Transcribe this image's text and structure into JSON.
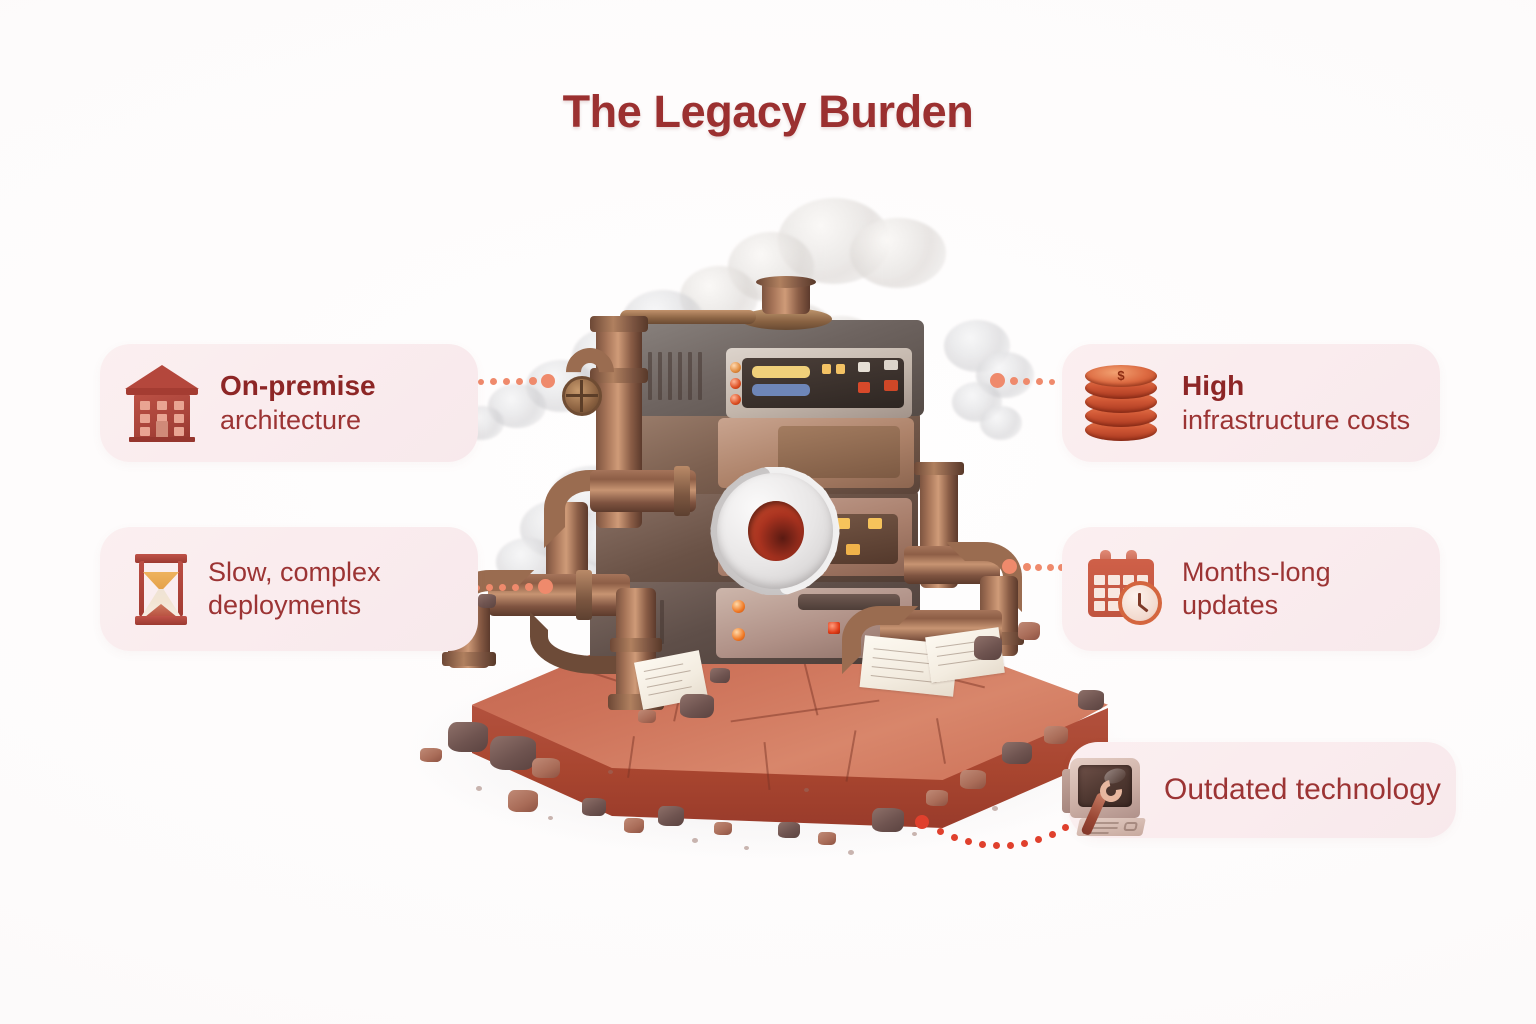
{
  "page": {
    "title": "The Legacy Burden",
    "background_color": "#fdfcfc",
    "title_color": "#9b3030"
  },
  "theme": {
    "pill_background": "#faecee",
    "text_color": "#9c3434",
    "bold_text_color": "#8d2626",
    "connector_color": "#ef8a6c",
    "connector_bottom_color": "#e0402d",
    "slab_color": "#c96d54",
    "gear_color": "#e8e6e6",
    "gear_hub_color": "#a8321f"
  },
  "labels": {
    "on_premise": {
      "icon": "building-icon",
      "line1": "On-premise",
      "line2": "architecture",
      "line1_weight": "bold",
      "side": "left"
    },
    "deployments": {
      "icon": "hourglass-icon",
      "line1": "Slow, complex",
      "line2": "deployments",
      "line1_weight": "normal",
      "side": "left"
    },
    "high_cost": {
      "icon": "coin-stack-icon",
      "line1": "High",
      "line2": "infrastructure costs",
      "line1_weight": "bold",
      "side": "right"
    },
    "months_long": {
      "icon": "calendar-clock-icon",
      "line1": "Months-long",
      "line2": "updates",
      "line1_weight": "normal",
      "side": "right"
    },
    "outdated": {
      "icon": "crt-computer-wrench-icon",
      "line1": "Outdated technology",
      "side": "bottom-right"
    }
  },
  "illustration": {
    "name": "legacy-server-stack-illustration",
    "description": "Steampunk server stack with copper pipes, smoke stacks, gear, on a cracked red stone slab with rubble and scattered papers",
    "coin_symbol": "$",
    "smoke_stacks": 2,
    "server_units": 4,
    "gear_teeth": 9
  },
  "connectors": {
    "on_premise": "dotted-line",
    "deployments": "dotted-line",
    "high_cost": "dotted-line",
    "months_long": "dotted-line",
    "outdated": "dotted-arc"
  }
}
